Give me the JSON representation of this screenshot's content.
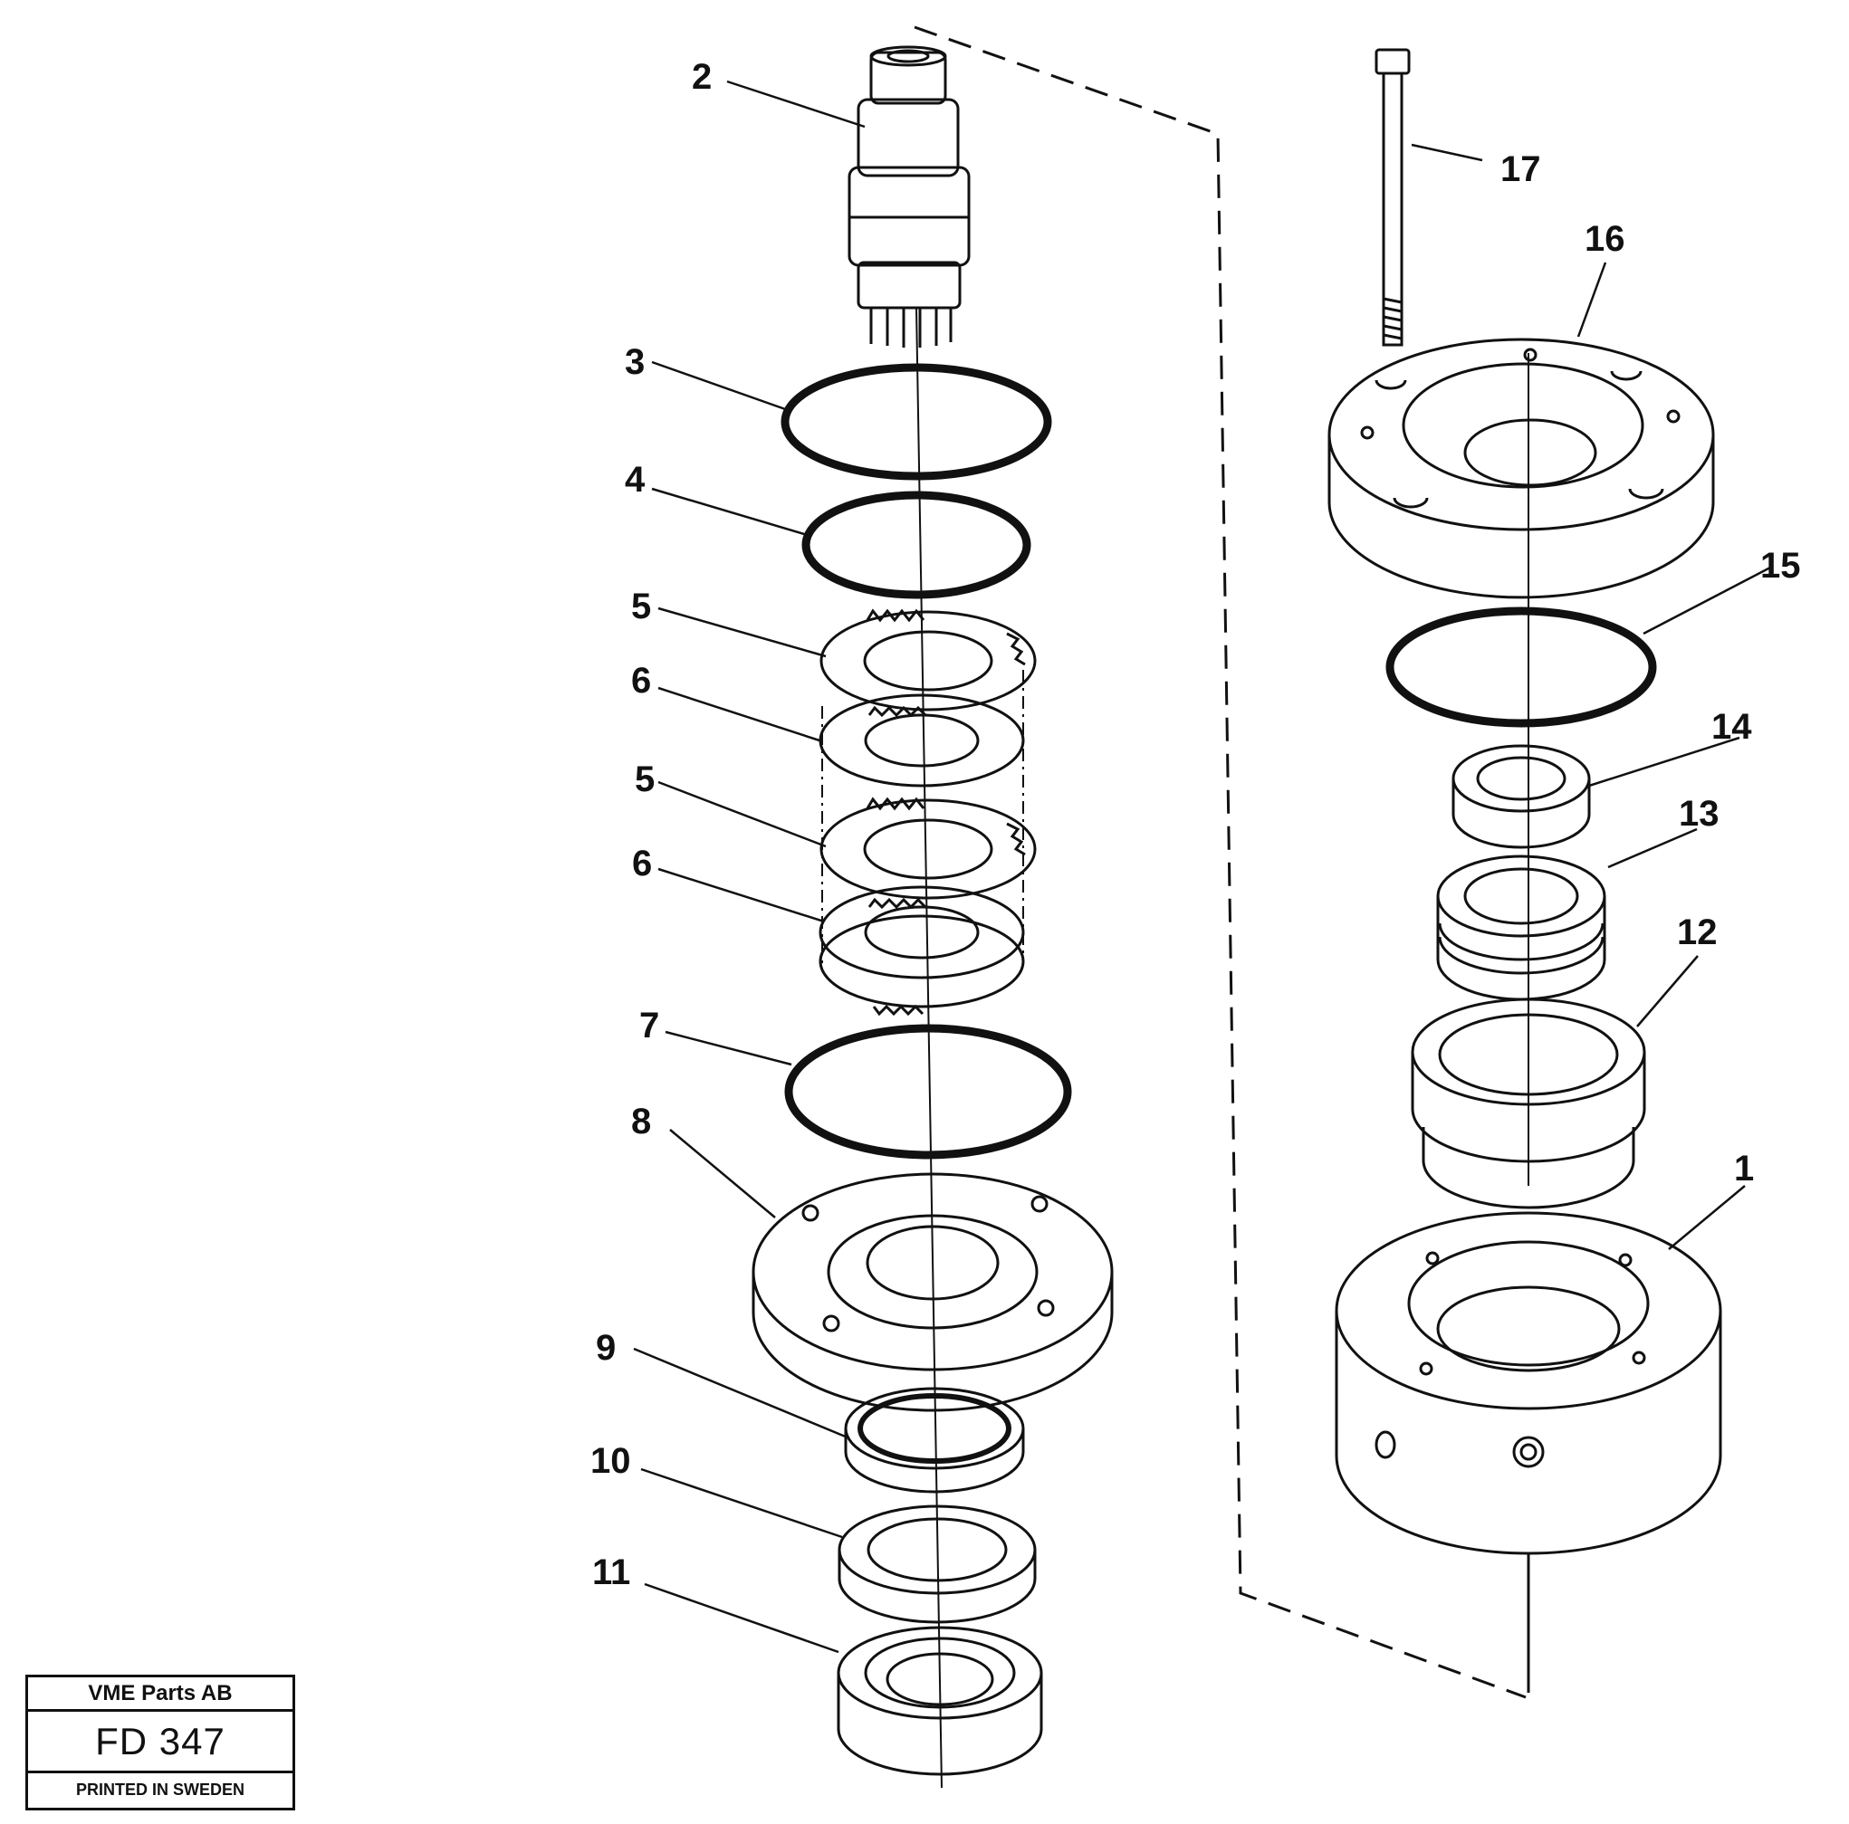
{
  "diagram": {
    "callouts": [
      "1",
      "2",
      "3",
      "4",
      "5",
      "6",
      "7",
      "8",
      "9",
      "10",
      "11",
      "12",
      "13",
      "14",
      "15",
      "16",
      "17"
    ]
  },
  "stamp": {
    "company": "VME Parts AB",
    "code": "FD 347",
    "printed": "PRINTED IN SWEDEN"
  }
}
